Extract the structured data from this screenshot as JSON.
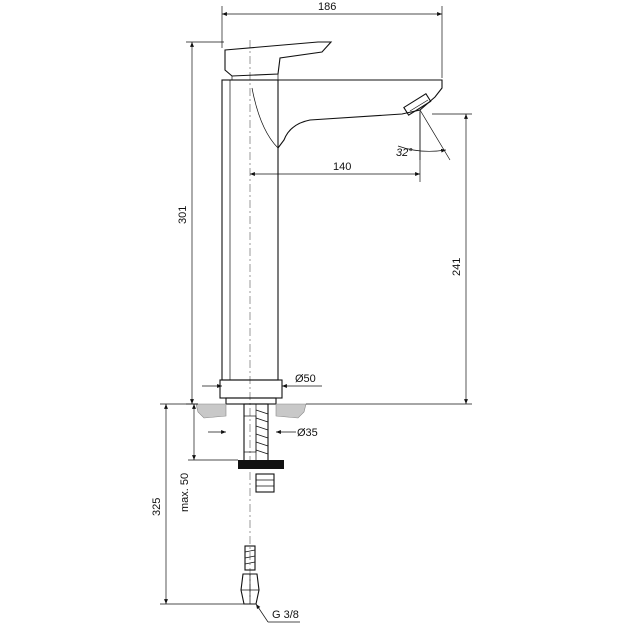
{
  "dimensions": {
    "overall_width": "186",
    "overall_height": "301",
    "spout_reach": "140",
    "spout_height": "241",
    "spout_angle": "32°",
    "body_diameter": "Ø50",
    "hole_diameter": "Ø35",
    "installation_depth": "325",
    "deck_thickness": "max. 50",
    "connection": "G 3/8"
  }
}
